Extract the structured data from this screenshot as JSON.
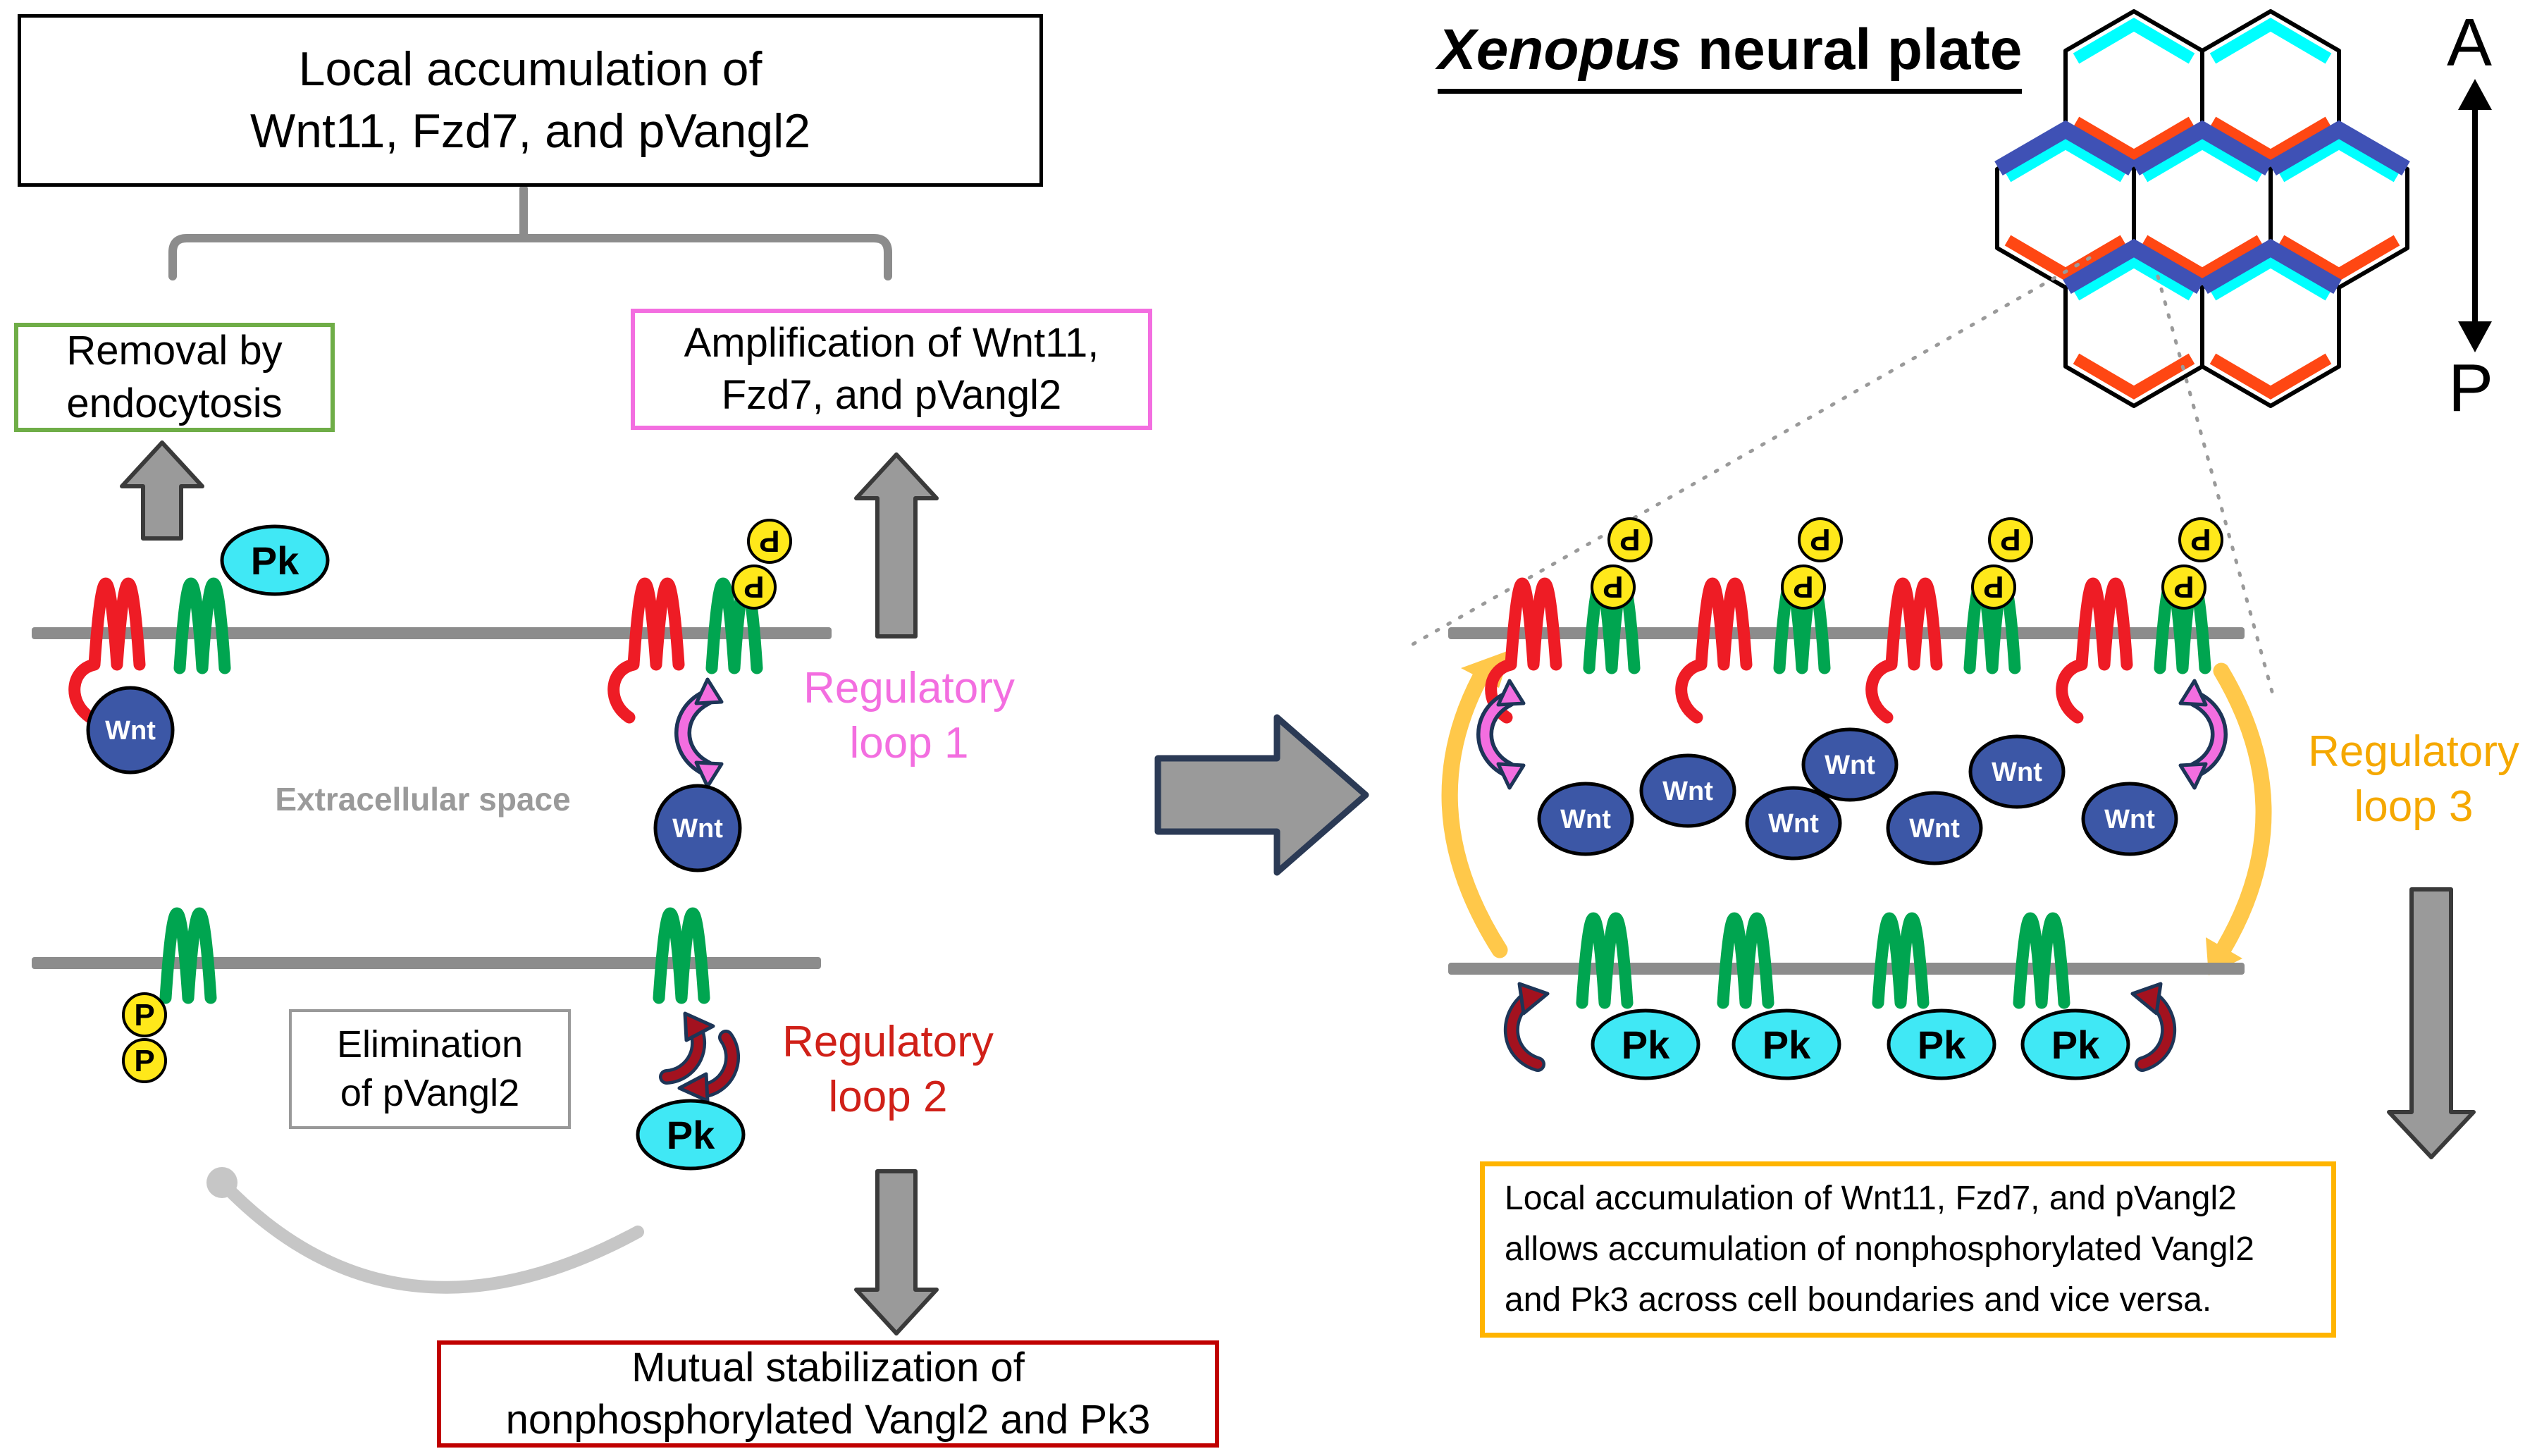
{
  "palette": {
    "membrane": "#8c8c8c",
    "fzd_red": "#ee1c25",
    "vangl_green": "#00a550",
    "pk_cyan": "#40e8f5",
    "wnt_blue": "#3c57a6",
    "phospho_yellow": "#ffe81a",
    "pink": "#f36ee0",
    "navy": "#1d3557",
    "dark_red": "#a3121f",
    "loop2_red": "#d02018",
    "mutual_border_red": "#c00000",
    "green_border": "#6fad47",
    "elim_border": "#999999",
    "gray_fill": "#9a9a9a",
    "gray_stroke": "#3a3a3a",
    "big_arrow_stroke": "#2b3a55",
    "orange": "#ffb400",
    "loop3_orange": "#f5a800",
    "yellow_arrow": "#ffc84a",
    "light_gray": "#c6c6c6",
    "dotted_gray": "#9a9a9a",
    "hex_cyan": "#00ffff",
    "hex_orange": "#ff4713",
    "hex_blue": "#3f51b5"
  },
  "left_panel": {
    "title_box": "Local accumulation of\nWnt11, Fzd7, and pVangl2",
    "removal_box": "Removal by\nendocytosis",
    "amplification_box": "Amplification of Wnt11,\nFzd7, and pVangl2",
    "loop1_label": "Regulatory\nloop 1",
    "extracellular_label": "Extracellular space",
    "elimination_box": "Elimination\nof pVangl2",
    "loop2_label": "Regulatory\nloop 2",
    "mutual_box": "Mutual stabilization of\nnonphosphorylated Vangl2 and Pk3"
  },
  "right_panel": {
    "title_italic": "Xenopus",
    "title_rest": " neural plate",
    "axis_anterior": "A",
    "axis_posterior": "P",
    "loop3_label": "Regulatory\nloop 3",
    "conclusion_box": "Local accumulation of Wnt11, Fzd7, and pVangl2\nallows accumulation of nonphosphorylated Vangl2\nand Pk3 across cell boundaries and vice versa."
  },
  "molecules": {
    "pk": "Pk",
    "wnt": "Wnt",
    "phospho": "P"
  }
}
